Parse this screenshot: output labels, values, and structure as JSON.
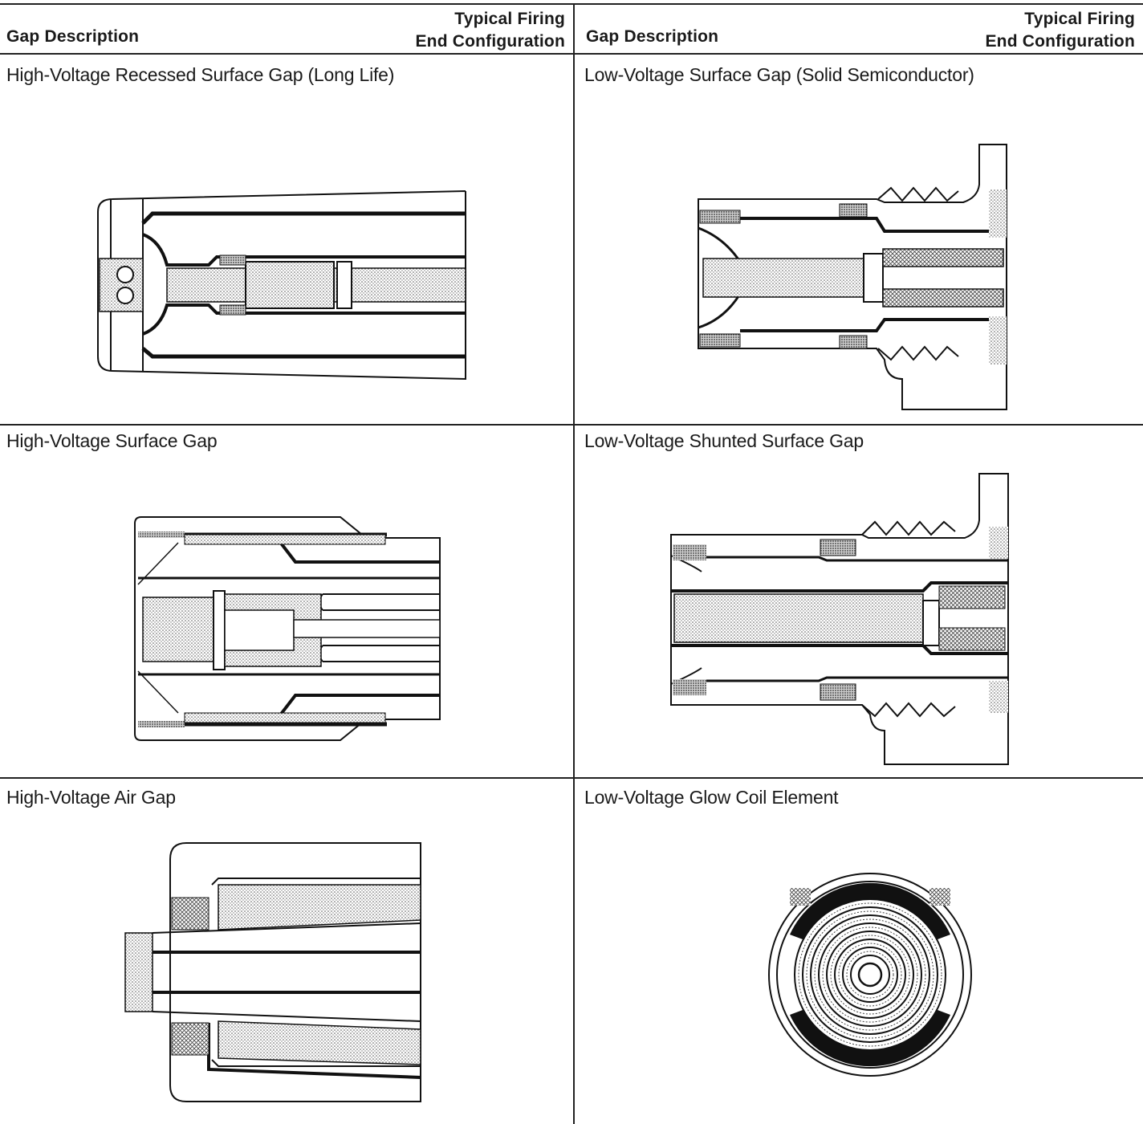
{
  "header": {
    "left": {
      "gap_description": "Gap Description",
      "firing_line1": "Typical Firing",
      "firing_line2": "End Configuration"
    },
    "right": {
      "gap_description": "Gap Description",
      "firing_line1": "Typical Firing",
      "firing_line2": "End Configuration"
    }
  },
  "rows": [
    {
      "left_title": "High-Voltage Recessed Surface Gap (Long Life)",
      "right_title": "Low-Voltage Surface Gap (Solid Semiconductor)"
    },
    {
      "left_title": "High-Voltage Surface Gap",
      "right_title": "Low-Voltage Shunted Surface Gap"
    },
    {
      "left_title": "High-Voltage Air Gap",
      "right_title": "Low-Voltage Glow Coil Element"
    }
  ]
}
